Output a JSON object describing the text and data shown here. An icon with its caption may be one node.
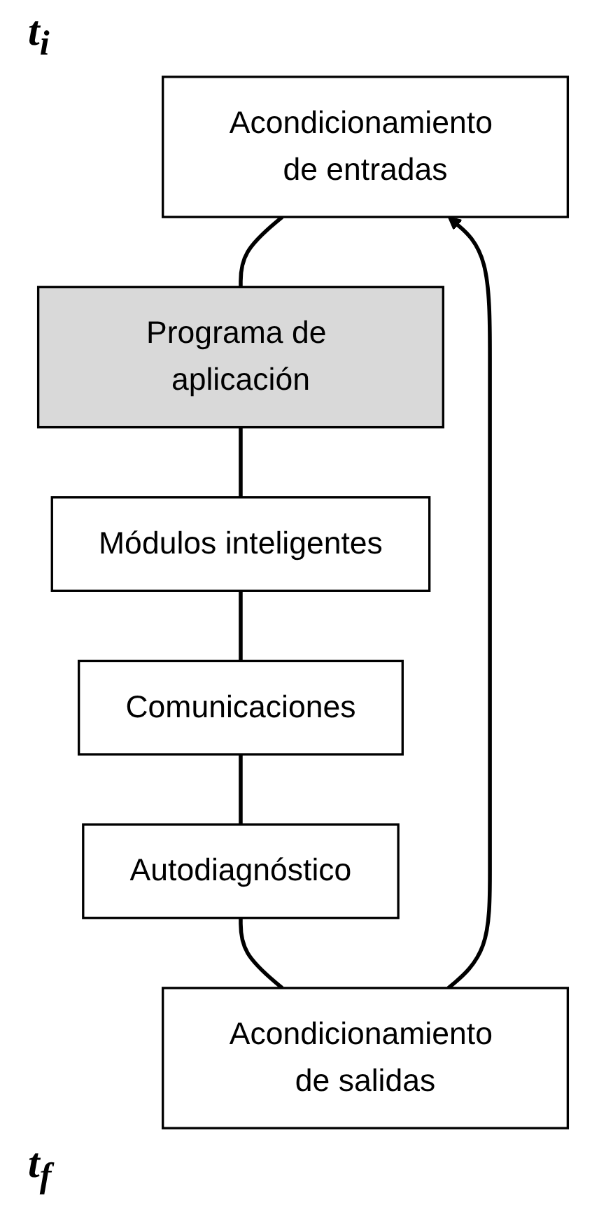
{
  "diagram": {
    "nodes": [
      {
        "text": [
          "Acondicionamiento de entradas"
        ]
      },
      {
        "text": [
          "Programa de aplicación"
        ]
      },
      {
        "text": [
          "Módulos inteligentes"
        ]
      },
      {
        "text": [
          "Comunicaciones"
        ]
      },
      {
        "text": [
          "Autodiagnóstico"
        ]
      },
      {
        "text": [
          "Acondicionamiento de salidas"
        ]
      }
    ],
    "edges": [
      {
        "from": 0,
        "to": 1,
        "arrow": "none"
      },
      {
        "from": 1,
        "to": 2,
        "arrow": "none"
      },
      {
        "from": 2,
        "to": 3,
        "arrow": "none"
      },
      {
        "from": 3,
        "to": 4,
        "arrow": "none"
      },
      {
        "from": 4,
        "to": 5,
        "arrow": "none"
      },
      {
        "from": 5,
        "to": 0,
        "arrow": "to"
      }
    ],
    "labels": [
      "t$_{i}$",
      "t$_{f}$"
    ]
  }
}
